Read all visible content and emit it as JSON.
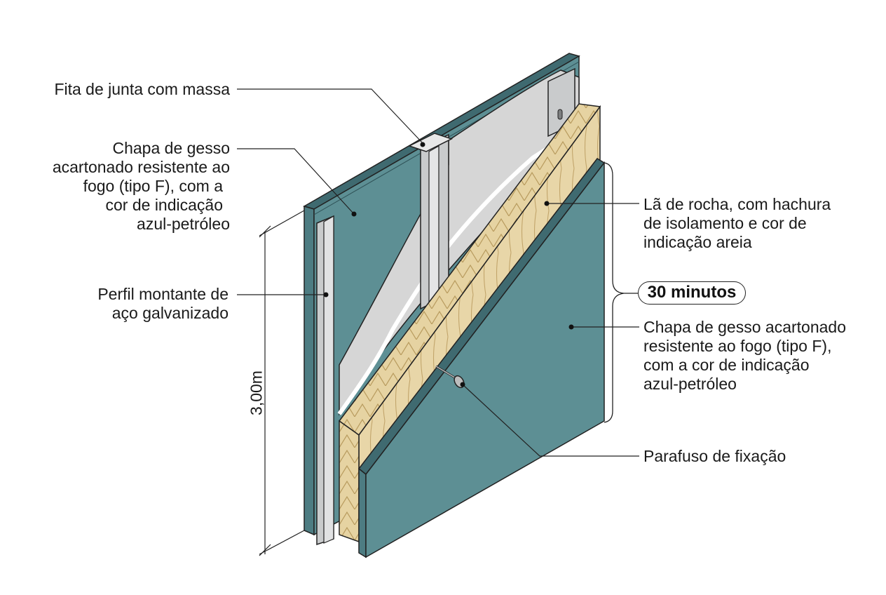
{
  "labels": {
    "joint_tape": [
      "Fita de junta com massa"
    ],
    "board_back": [
      "Chapa de gesso",
      "acartonado resistente ao",
      "fogo (tipo F), com a",
      "cor de indicação",
      "azul-petróleo"
    ],
    "stud": [
      "Perfil montante de",
      "aço galvanizado"
    ],
    "rock_wool": [
      "Lã de rocha, com hachura",
      "de isolamento e cor de",
      "indicação areia"
    ],
    "board_front": [
      "Chapa de gesso acartonado",
      "resistente ao fogo (tipo F),",
      "com a cor de indicação",
      "azul-petróleo"
    ],
    "screw": [
      "Parafuso de fixação"
    ]
  },
  "fire_rating": "30 minutos",
  "height_dimension": "3,00m",
  "colors": {
    "fire_board": "#5d8f94",
    "fire_board_edge": "#3f6a70",
    "rock_wool": "#e6d3a2",
    "rock_wool_shade": "#cdb57d",
    "steel": "#c9cbcc",
    "paper": "#e4e4e4",
    "line": "#222222"
  }
}
